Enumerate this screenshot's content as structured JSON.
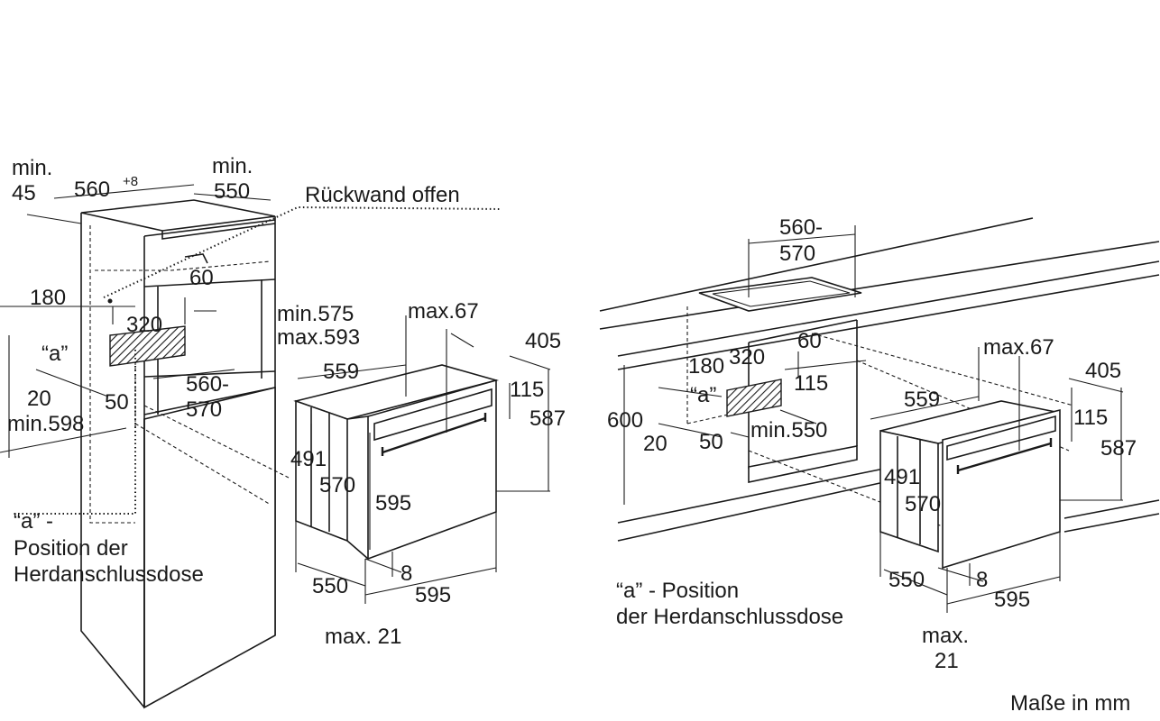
{
  "colors": {
    "line": "#1a1a1a",
    "background": "#ffffff"
  },
  "left_diagram": {
    "min45_top": "min.",
    "min45_val": "45",
    "w560_base": "560",
    "w560_sup": "+8",
    "min550_top": "min.",
    "min550_val": "550",
    "rueckwand": "Rückwand offen",
    "d60": "60",
    "d180": "180",
    "d320": "320",
    "a_label": "“a”",
    "d20": "20",
    "d50": "50",
    "min598": "min.598",
    "d560_570_top": "560-",
    "d560_570_bot": "570",
    "min575": "min.575",
    "max593": "max.593",
    "max67": "max.67",
    "d405": "405",
    "d559": "559",
    "d115": "115",
    "d587": "587",
    "d491": "491",
    "d570": "570",
    "d595_h": "595",
    "d550_bottom": "550",
    "d8": "8",
    "d595_w": "595",
    "max21": "max. 21",
    "legend_1": "“a” -",
    "legend_2": "Position der",
    "legend_3": "Herdanschlussdose"
  },
  "right_diagram": {
    "d560_570_top": "560-",
    "d560_570_bot": "570",
    "d60": "60",
    "d180": "180",
    "d320": "320",
    "d115": "115",
    "a_label": "“a”",
    "d600": "600",
    "d20": "20",
    "d50": "50",
    "min550": "min.550",
    "max67": "max.67",
    "d405": "405",
    "d559": "559",
    "d115b": "115",
    "d587": "587",
    "d491": "491",
    "d570": "570",
    "d550": "550",
    "d8": "8",
    "d595": "595",
    "max21_1": "max.",
    "max21_2": "21",
    "legend_1": "“a” - Position",
    "legend_2": "der Herdanschlussdose"
  },
  "footer": {
    "units": "Maße in mm"
  }
}
